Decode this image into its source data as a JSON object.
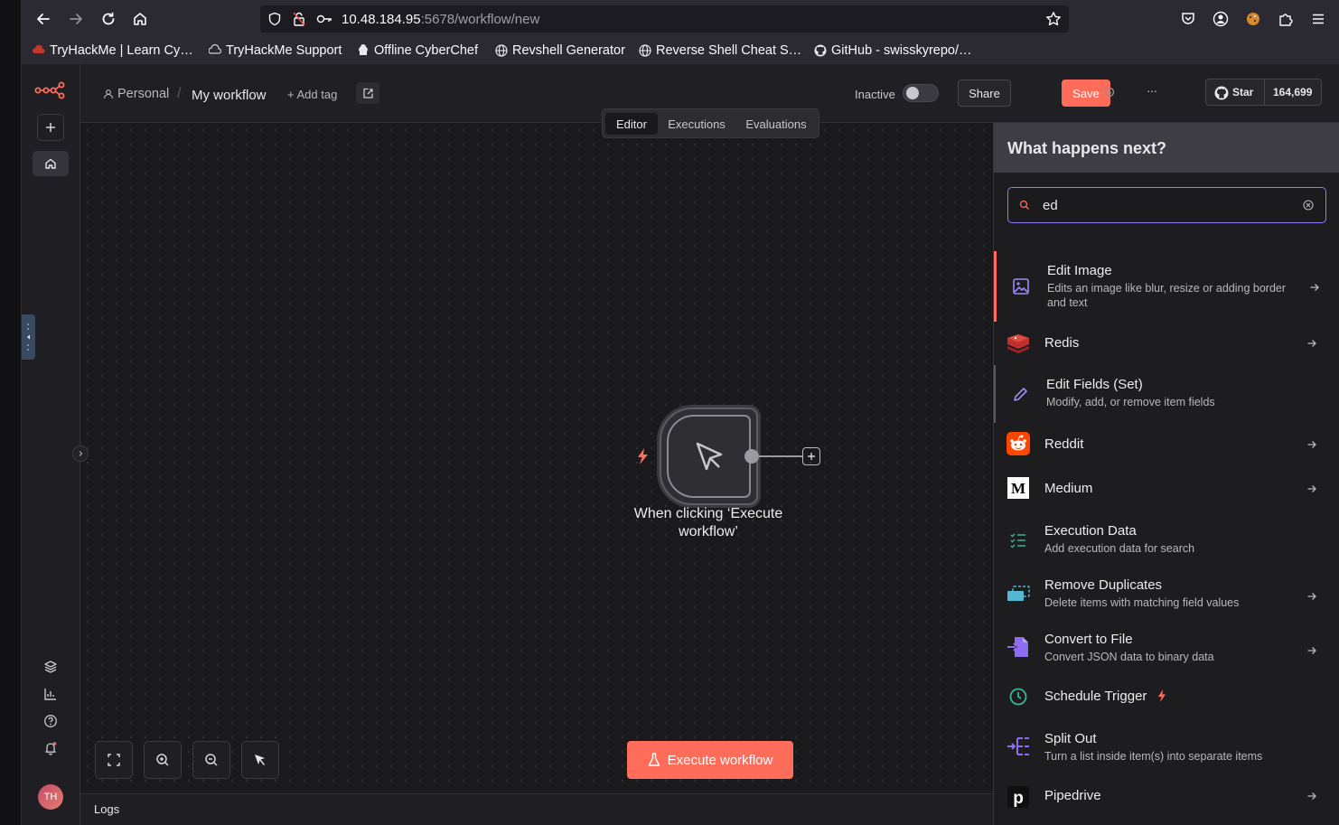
{
  "browser": {
    "url_host": "10.48.184.95",
    "url_rest": ":5678/workflow/new",
    "bookmarks": [
      {
        "label": "TryHackMe | Learn Cy…",
        "icon": "tryhackme-icon"
      },
      {
        "label": "TryHackMe Support",
        "icon": "cloud-icon"
      },
      {
        "label": "Offline CyberChef",
        "icon": "chef-icon"
      },
      {
        "label": "Revshell Generator",
        "icon": "globe-icon"
      },
      {
        "label": "Reverse Shell Cheat S…",
        "icon": "globe-icon"
      },
      {
        "label": "GitHub - swisskyrepo/…",
        "icon": "github-icon"
      }
    ]
  },
  "header": {
    "project": "Personal",
    "separator": "/",
    "workflow_name": "My workflow",
    "add_tag": "+ Add tag",
    "status_label": "Inactive",
    "share_label": "Share",
    "save_label": "Save",
    "more_label": "···",
    "star_label": "Star",
    "star_count": "164,699"
  },
  "tabs": [
    {
      "label": "Editor",
      "active": true
    },
    {
      "label": "Executions",
      "active": false
    },
    {
      "label": "Evaluations",
      "active": false
    }
  ],
  "node": {
    "title": "When clicking ‘Execute workflow’"
  },
  "canvas": {
    "execute_label": "Execute workflow",
    "logs_label": "Logs"
  },
  "user": {
    "initials": "TH"
  },
  "panel": {
    "title": "What happens next?",
    "search_value": "ed",
    "items": [
      {
        "title": "Edit Image",
        "desc": "Edits an image like blur, resize or adding border and text",
        "icon": "image-icon",
        "arrow": true
      },
      {
        "title": "Redis",
        "desc": "",
        "icon": "redis-icon",
        "arrow": true
      },
      {
        "title": "Edit Fields (Set)",
        "desc": "Modify, add, or remove item fields",
        "icon": "pencil-icon",
        "arrow": false
      },
      {
        "title": "Reddit",
        "desc": "",
        "icon": "reddit-icon",
        "arrow": true
      },
      {
        "title": "Medium",
        "desc": "",
        "icon": "medium-icon",
        "arrow": true
      },
      {
        "title": "Execution Data",
        "desc": "Add execution data for search",
        "icon": "checklist-icon",
        "arrow": false
      },
      {
        "title": "Remove Duplicates",
        "desc": "Delete items with matching field values",
        "icon": "remove-duplicates-icon",
        "arrow": true
      },
      {
        "title": "Convert to File",
        "desc": "Convert JSON data to binary data",
        "icon": "file-convert-icon",
        "arrow": true
      },
      {
        "title": "Schedule Trigger",
        "desc": "",
        "icon": "clock-icon",
        "arrow": false
      },
      {
        "title": "Split Out",
        "desc": "Turn a list inside item(s) into separate items",
        "icon": "split-out-icon",
        "arrow": false
      },
      {
        "title": "Pipedrive",
        "desc": "",
        "icon": "pipedrive-icon",
        "arrow": true
      }
    ]
  },
  "colors": {
    "accent": "#ff6d5a",
    "purple": "#9b8cf4",
    "panel_bg": "#1d1d20"
  }
}
